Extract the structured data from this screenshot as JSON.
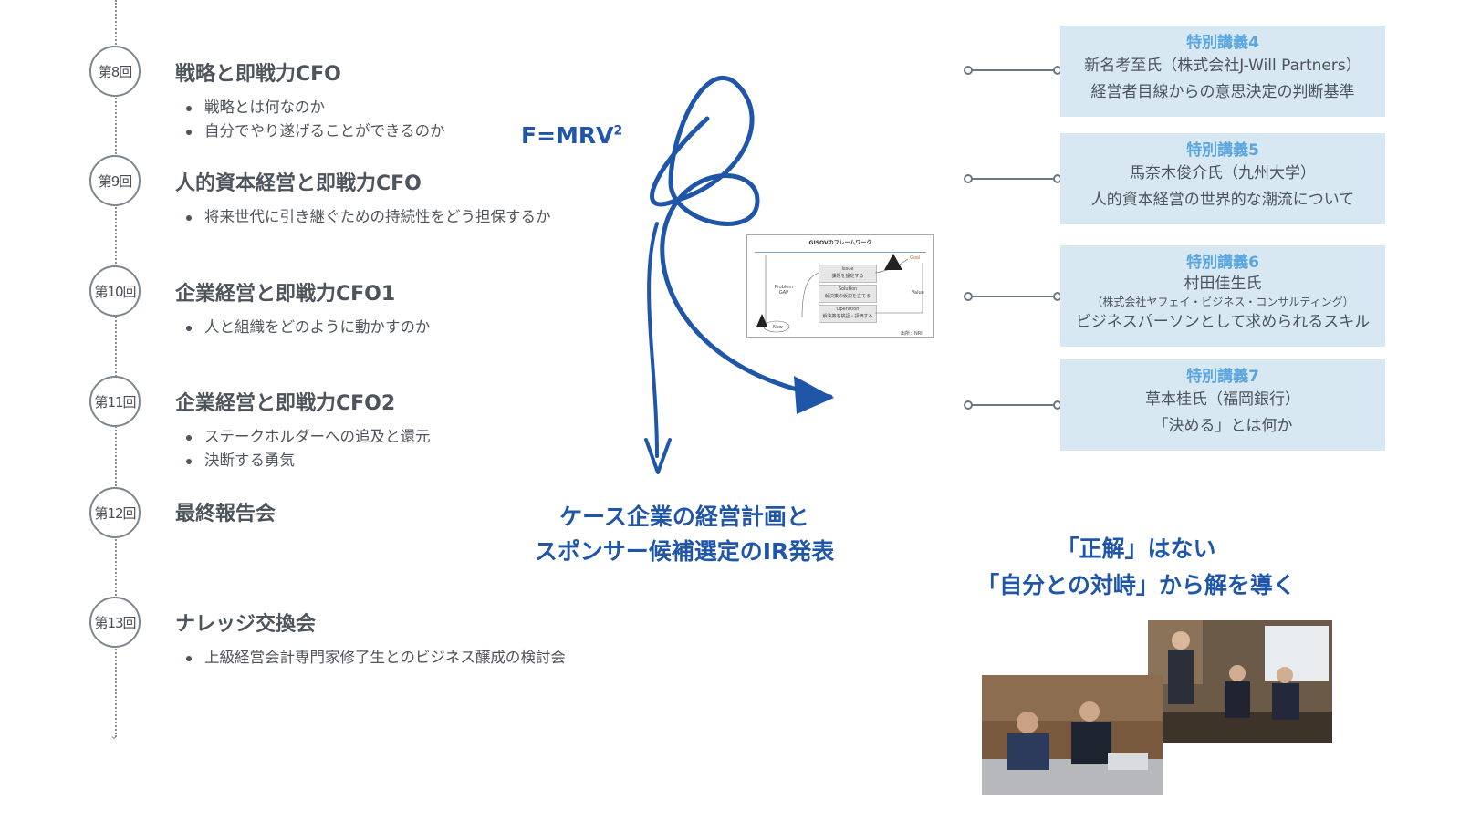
{
  "sessions": [
    {
      "label": "第8回",
      "title": "戦略と即戦力CFO",
      "bullets": [
        "戦略とは何なのか",
        "自分でやり遂げることができるのか"
      ]
    },
    {
      "label": "第9回",
      "title": "人的資本経営と即戦力CFO",
      "bullets": [
        "将来世代に引き継ぐための持続性をどう担保するか"
      ]
    },
    {
      "label": "第10回",
      "title": "企業経営と即戦力CFO1",
      "bullets": [
        "人と組織をどのように動かすのか"
      ]
    },
    {
      "label": "第11回",
      "title": "企業経営と即戦力CFO2",
      "bullets": [
        "ステークホルダーへの追及と還元",
        "決断する勇気"
      ]
    },
    {
      "label": "第12回",
      "title": "最終報告会",
      "bullets": []
    },
    {
      "label": "第13回",
      "title": "ナレッジ交換会",
      "bullets": [
        "上級経営会計専門家修了生とのビジネス醸成の検討会"
      ]
    }
  ],
  "formula": {
    "base": "F=MRV",
    "superscript": "2"
  },
  "case_text": [
    "ケース企業の経営計画と",
    "スポンサー候補選定のIR発表"
  ],
  "answer_text": [
    "「正解」はない",
    "「自分との対峙」から解を導く"
  ],
  "framework": {
    "title": "GISOVのフレームワーク",
    "problem_label": "Problem\nGAP",
    "box1": [
      "Issue",
      "課題を設定する"
    ],
    "box2": [
      "Solution",
      "解決策の仮説を立てる"
    ],
    "box3": [
      "Operation",
      "解決策を検証・評価する"
    ],
    "goal": "Goal",
    "value": "Value",
    "now": "Now",
    "source": "出所：NRI"
  },
  "lectures": [
    {
      "num": "特別講義4",
      "lines": [
        "新名考至氏（株式会社J-Will Partners）",
        "経営者目線からの意思決定の判断基準"
      ],
      "small": ""
    },
    {
      "num": "特別講義5",
      "lines": [
        "馬奈木俊介氏（九州大学）",
        "人的資本経営の世界的な潮流について"
      ],
      "small": ""
    },
    {
      "num": "特別講義6",
      "lines": [
        "村田佳生氏",
        "ビジネスパーソンとして求められるスキル"
      ],
      "small": "（株式会社ヤフェイ・ビジネス・コンサルティング）"
    },
    {
      "num": "特別講義7",
      "lines": [
        "草本桂氏（福岡銀行）",
        "「決める」とは何か"
      ],
      "small": ""
    }
  ],
  "colors": {
    "accent": "#1f56a8",
    "lecture_label": "#5aa5dd",
    "lecture_bg": "#d8e8f2"
  }
}
